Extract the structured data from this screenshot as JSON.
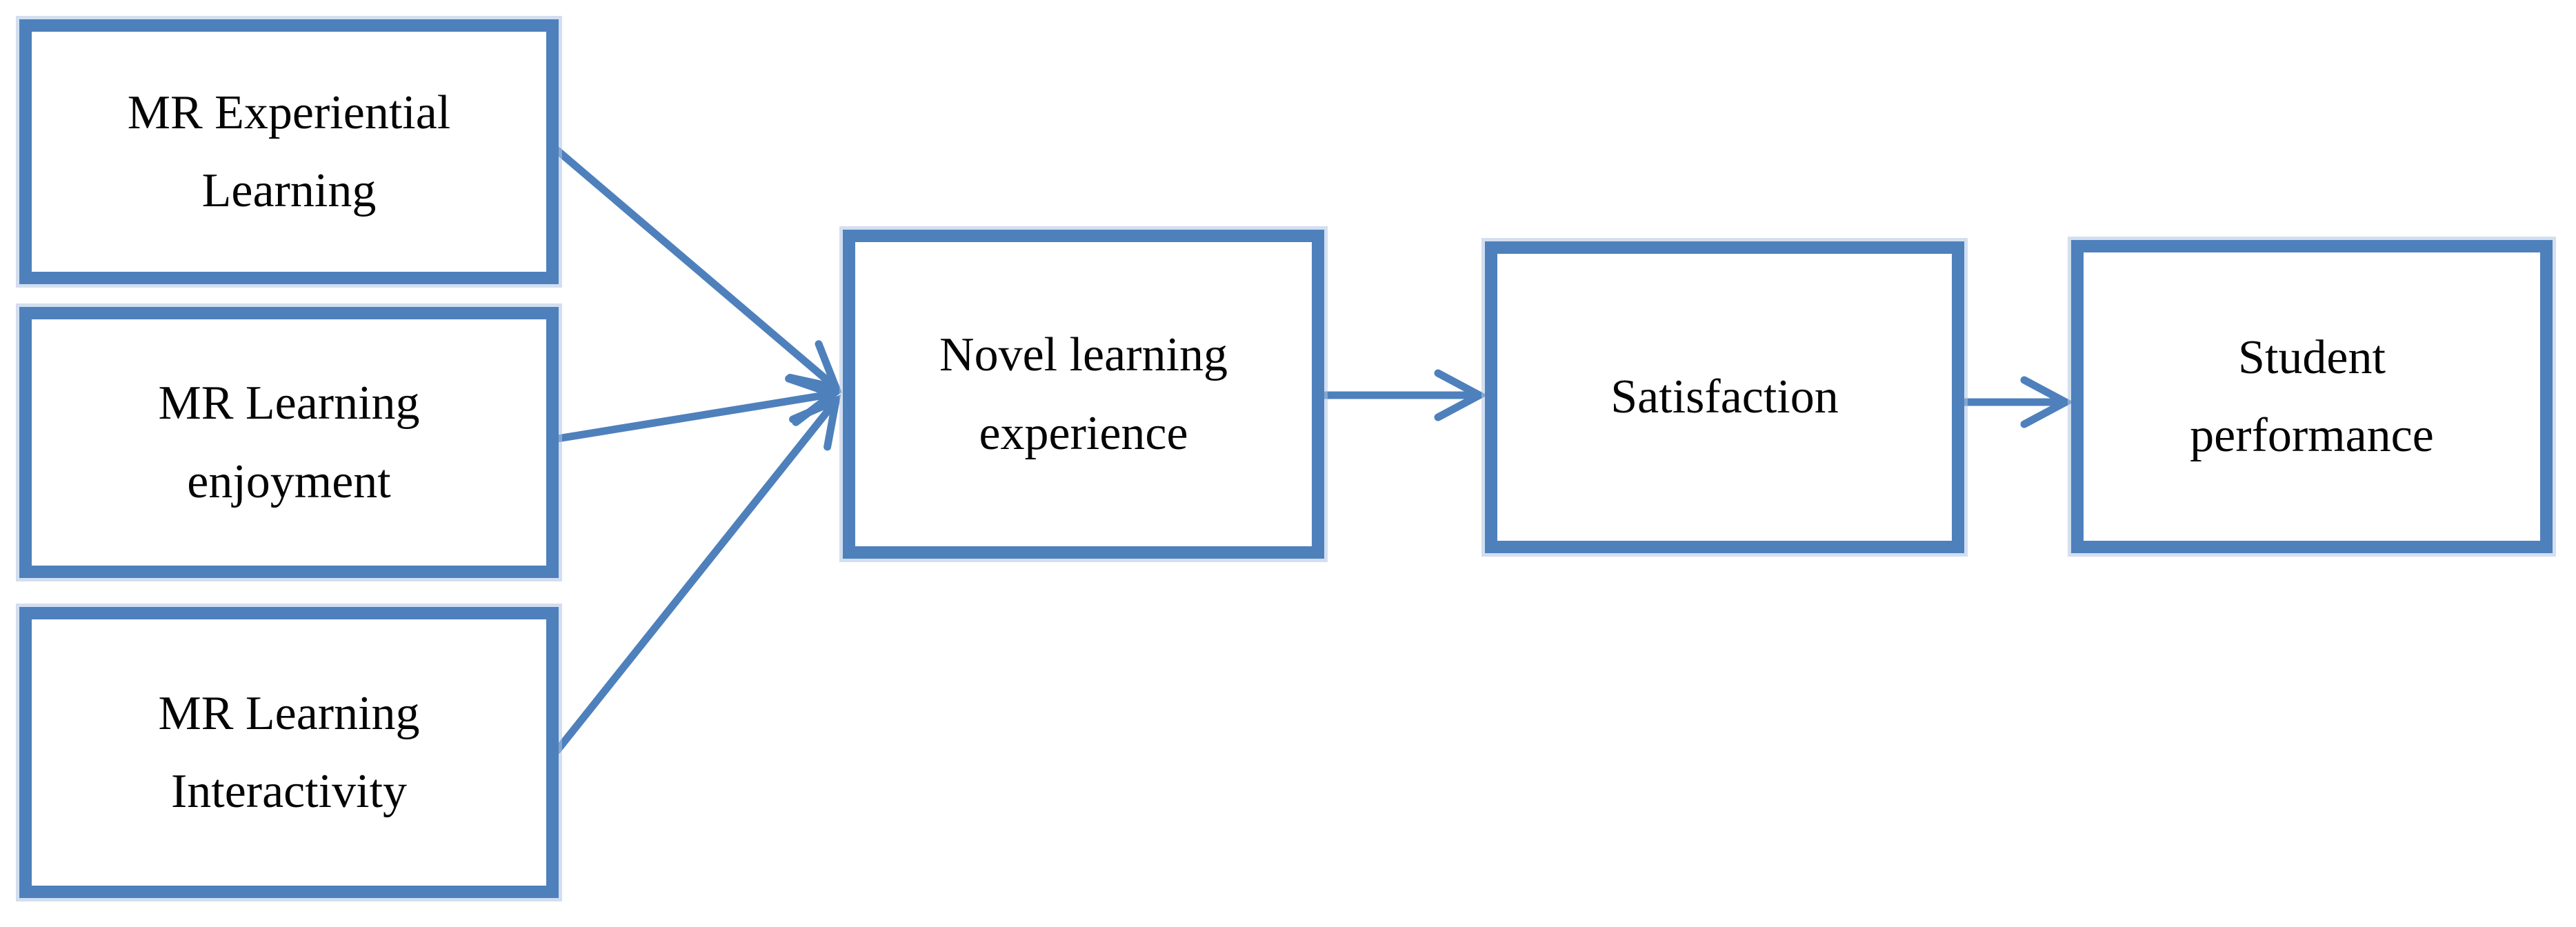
{
  "diagram": {
    "type": "flow-diagram",
    "accent_color": "#4e80bc",
    "halo_color": "#aec5e4",
    "text_color": "#050505",
    "background_color": "#ffffff",
    "nodes": [
      {
        "id": "mr-experiential-learning",
        "label": "MR Experiential\nLearning"
      },
      {
        "id": "mr-learning-enjoyment",
        "label": "MR Learning\nenjoyment"
      },
      {
        "id": "mr-learning-interactivity",
        "label": "MR Learning\nInteractivity"
      },
      {
        "id": "novel-learning-experience",
        "label": "Novel learning\nexperience"
      },
      {
        "id": "satisfaction",
        "label": "Satisfaction"
      },
      {
        "id": "student-performance",
        "label": "Student\nperformance"
      }
    ],
    "edges": [
      {
        "from": "mr-experiential-learning",
        "to": "novel-learning-experience"
      },
      {
        "from": "mr-learning-enjoyment",
        "to": "novel-learning-experience"
      },
      {
        "from": "mr-learning-interactivity",
        "to": "novel-learning-experience"
      },
      {
        "from": "novel-learning-experience",
        "to": "satisfaction"
      },
      {
        "from": "satisfaction",
        "to": "student-performance"
      }
    ]
  }
}
